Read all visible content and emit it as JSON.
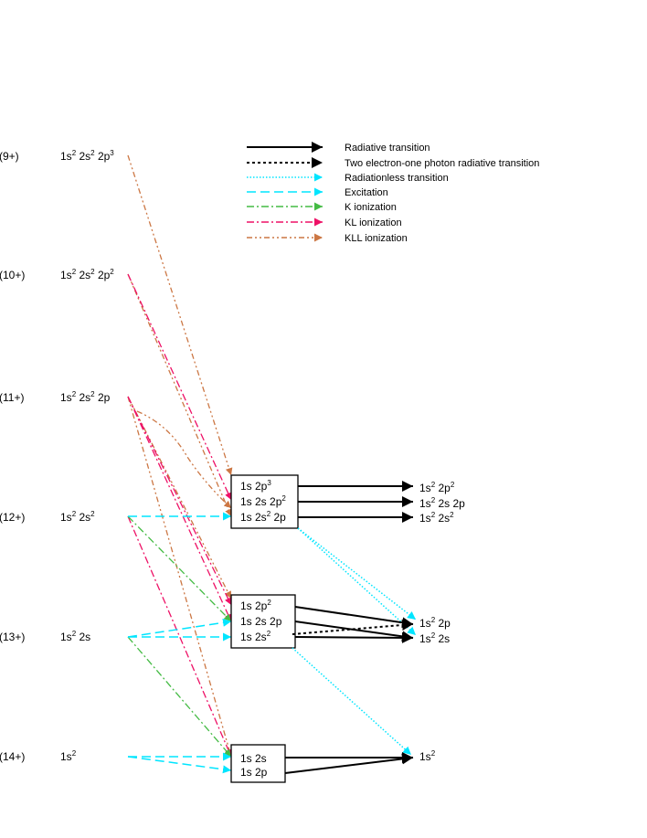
{
  "legend": [
    {
      "text": "Radiative transition",
      "color": "#000000",
      "style": "solid"
    },
    {
      "text": "Two electron-one photon radiative transition",
      "color": "#000000",
      "style": "dashed"
    },
    {
      "text": "Radiationless transition",
      "color": "#00e5ff",
      "style": "dotted"
    },
    {
      "text": "Excitation",
      "color": "#00e5ff",
      "style": "long-dash"
    },
    {
      "text": "K ionization",
      "color": "#44bb44",
      "style": "dash-dot"
    },
    {
      "text": "KL  ionization",
      "color": "#ee1166",
      "style": "dash-dot"
    },
    {
      "text": "KLL  ionization",
      "color": "#cc7744",
      "style": "dash-dot-dot"
    }
  ],
  "charge_states": [
    "(9+)",
    "(10+)",
    "(11+)",
    "(12+)",
    "(13+)",
    "(14+)"
  ],
  "ground_configs": [
    {
      "base": "1s",
      "parts": [
        [
          "2",
          "sup"
        ],
        [
          " 2s",
          ""
        ],
        [
          "2",
          "sup"
        ],
        [
          " 2p",
          ""
        ],
        [
          "3",
          "sup"
        ]
      ]
    },
    {
      "base": "1s",
      "parts": [
        [
          "2",
          "sup"
        ],
        [
          " 2s",
          ""
        ],
        [
          "2",
          "sup"
        ],
        [
          " 2p",
          ""
        ],
        [
          "2",
          "sup"
        ]
      ]
    },
    {
      "base": "1s",
      "parts": [
        [
          "2",
          "sup"
        ],
        [
          " 2s",
          ""
        ],
        [
          "2",
          "sup"
        ],
        [
          " 2p",
          ""
        ]
      ]
    },
    {
      "base": "1s",
      "parts": [
        [
          "2",
          "sup"
        ],
        [
          " 2s",
          ""
        ],
        [
          "2",
          "sup"
        ]
      ]
    },
    {
      "base": "1s",
      "parts": [
        [
          "2",
          "sup"
        ],
        [
          " 2s",
          ""
        ]
      ]
    },
    {
      "base": "1s",
      "parts": [
        [
          "2",
          "sup"
        ]
      ]
    }
  ],
  "excited_states": [
    {
      "box": "C",
      "parts": [
        [
          "1s 2p",
          ""
        ],
        [
          "3",
          "sup"
        ]
      ]
    },
    {
      "box": "C",
      "parts": [
        [
          "1s 2s 2p",
          ""
        ],
        [
          "2",
          "sup"
        ]
      ]
    },
    {
      "box": "C",
      "parts": [
        [
          "1s 2s",
          ""
        ],
        [
          "2",
          "sup"
        ],
        [
          " 2p",
          ""
        ]
      ]
    },
    {
      "box": "N",
      "parts": [
        [
          "1s 2p",
          ""
        ],
        [
          "2",
          "sup"
        ]
      ]
    },
    {
      "box": "N",
      "parts": [
        [
          "1s 2s 2p",
          ""
        ]
      ]
    },
    {
      "box": "N",
      "parts": [
        [
          "1s 2s",
          ""
        ],
        [
          "2",
          "sup"
        ]
      ]
    },
    {
      "box": "H",
      "parts": [
        [
          "1s 2s",
          ""
        ]
      ]
    },
    {
      "box": "H",
      "parts": [
        [
          "1s 2p",
          ""
        ]
      ]
    }
  ],
  "final_states": [
    {
      "parts": [
        [
          "1s",
          ""
        ],
        [
          "2",
          "sup"
        ],
        [
          " 2p",
          ""
        ],
        [
          "2",
          "sup"
        ]
      ]
    },
    {
      "parts": [
        [
          "1s",
          ""
        ],
        [
          "2",
          "sup"
        ],
        [
          " 2s 2p",
          ""
        ]
      ]
    },
    {
      "parts": [
        [
          "1s",
          ""
        ],
        [
          "2",
          "sup"
        ],
        [
          " 2s",
          ""
        ],
        [
          "2",
          "sup"
        ]
      ]
    },
    {
      "parts": [
        [
          "1s",
          ""
        ],
        [
          "2",
          "sup"
        ],
        [
          " 2p",
          ""
        ]
      ]
    },
    {
      "parts": [
        [
          "1s",
          ""
        ],
        [
          "2",
          "sup"
        ],
        [
          " 2s",
          ""
        ]
      ]
    },
    {
      "parts": [
        [
          "1s",
          ""
        ],
        [
          "2",
          "sup"
        ]
      ]
    }
  ]
}
